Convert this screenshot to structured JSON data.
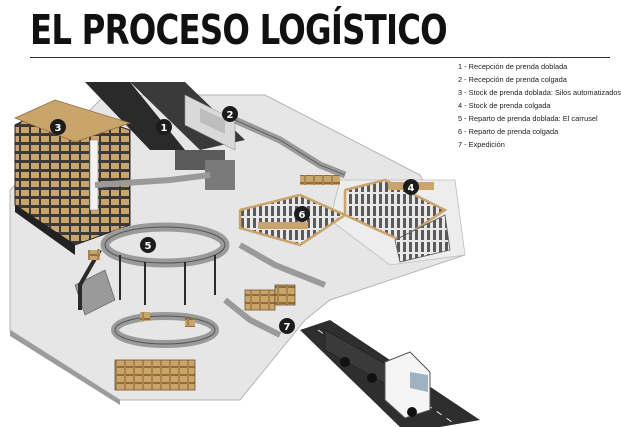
{
  "title": "EL PROCESO LOGÍSTICO",
  "legend": [
    "1 - Recepción de prenda doblada",
    "2 - Recepción de prenda colgada",
    "3 - Stock de prenda doblada: Silos automatizados",
    "4 - Stock de prenda colgada",
    "5 - Reparto de prenda doblada: El carrusel",
    "6 - Reparto de prenda colgada",
    "7 - Expedición"
  ],
  "markers": [
    "1",
    "2",
    "3",
    "4",
    "5",
    "6",
    "7"
  ],
  "colors": {
    "floor": "#e6e6e6",
    "floor_edge": "#b5b5b5",
    "box": "#c9a46b",
    "box_dark": "#8f6d3d",
    "conveyor": "#9a9a9a",
    "dark": "#2a2a2a",
    "marker": "#1c1c1c"
  }
}
